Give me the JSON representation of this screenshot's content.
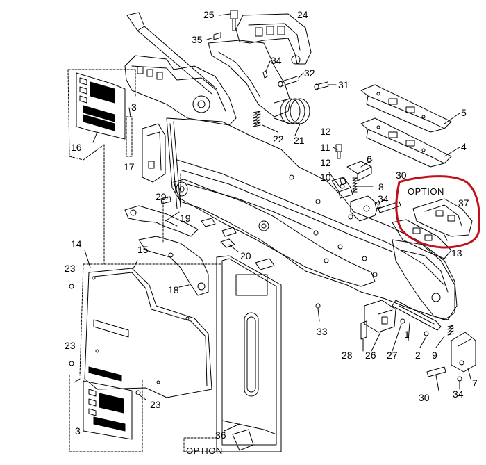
{
  "callouts": [
    "1",
    "2",
    "3",
    "4",
    "5",
    "6",
    "7",
    "8",
    "9",
    "10",
    "11",
    "12",
    "13",
    "14",
    "15",
    "16",
    "17",
    "18",
    "19",
    "20",
    "21",
    "22",
    "23",
    "24",
    "25",
    "26",
    "27",
    "28",
    "29",
    "30",
    "31",
    "32",
    "33",
    "34",
    "35",
    "36",
    "37"
  ],
  "labels": {
    "n25": "25",
    "n24": "24",
    "n35": "35",
    "n34a": "34",
    "n32": "32",
    "n31": "31",
    "n3a": "3",
    "n16": "16",
    "n17": "17",
    "n22": "22",
    "n21": "21",
    "n5": "5",
    "n4": "4",
    "n12a": "12",
    "n11": "11",
    "n12b": "12",
    "n6": "6",
    "n30a": "30",
    "n10": "10",
    "n8": "8",
    "n34b": "34",
    "n37": "37",
    "n29": "29",
    "n19": "19",
    "n14": "14",
    "n13": "13",
    "n20": "20",
    "n15": "15",
    "n23a": "23",
    "n18": "18",
    "n33": "33",
    "n1": "1",
    "n23b": "23",
    "n28": "28",
    "n26": "26",
    "n27": "27",
    "n2": "2",
    "n9": "9",
    "n7": "7",
    "n23c": "23",
    "n30b": "30",
    "n34c": "34",
    "n36": "36",
    "n3b": "3"
  },
  "option_label_top": "OPTION",
  "option_label_bottom": "OPTION",
  "highlight_color": "#c0101a",
  "line_color": "#000000"
}
